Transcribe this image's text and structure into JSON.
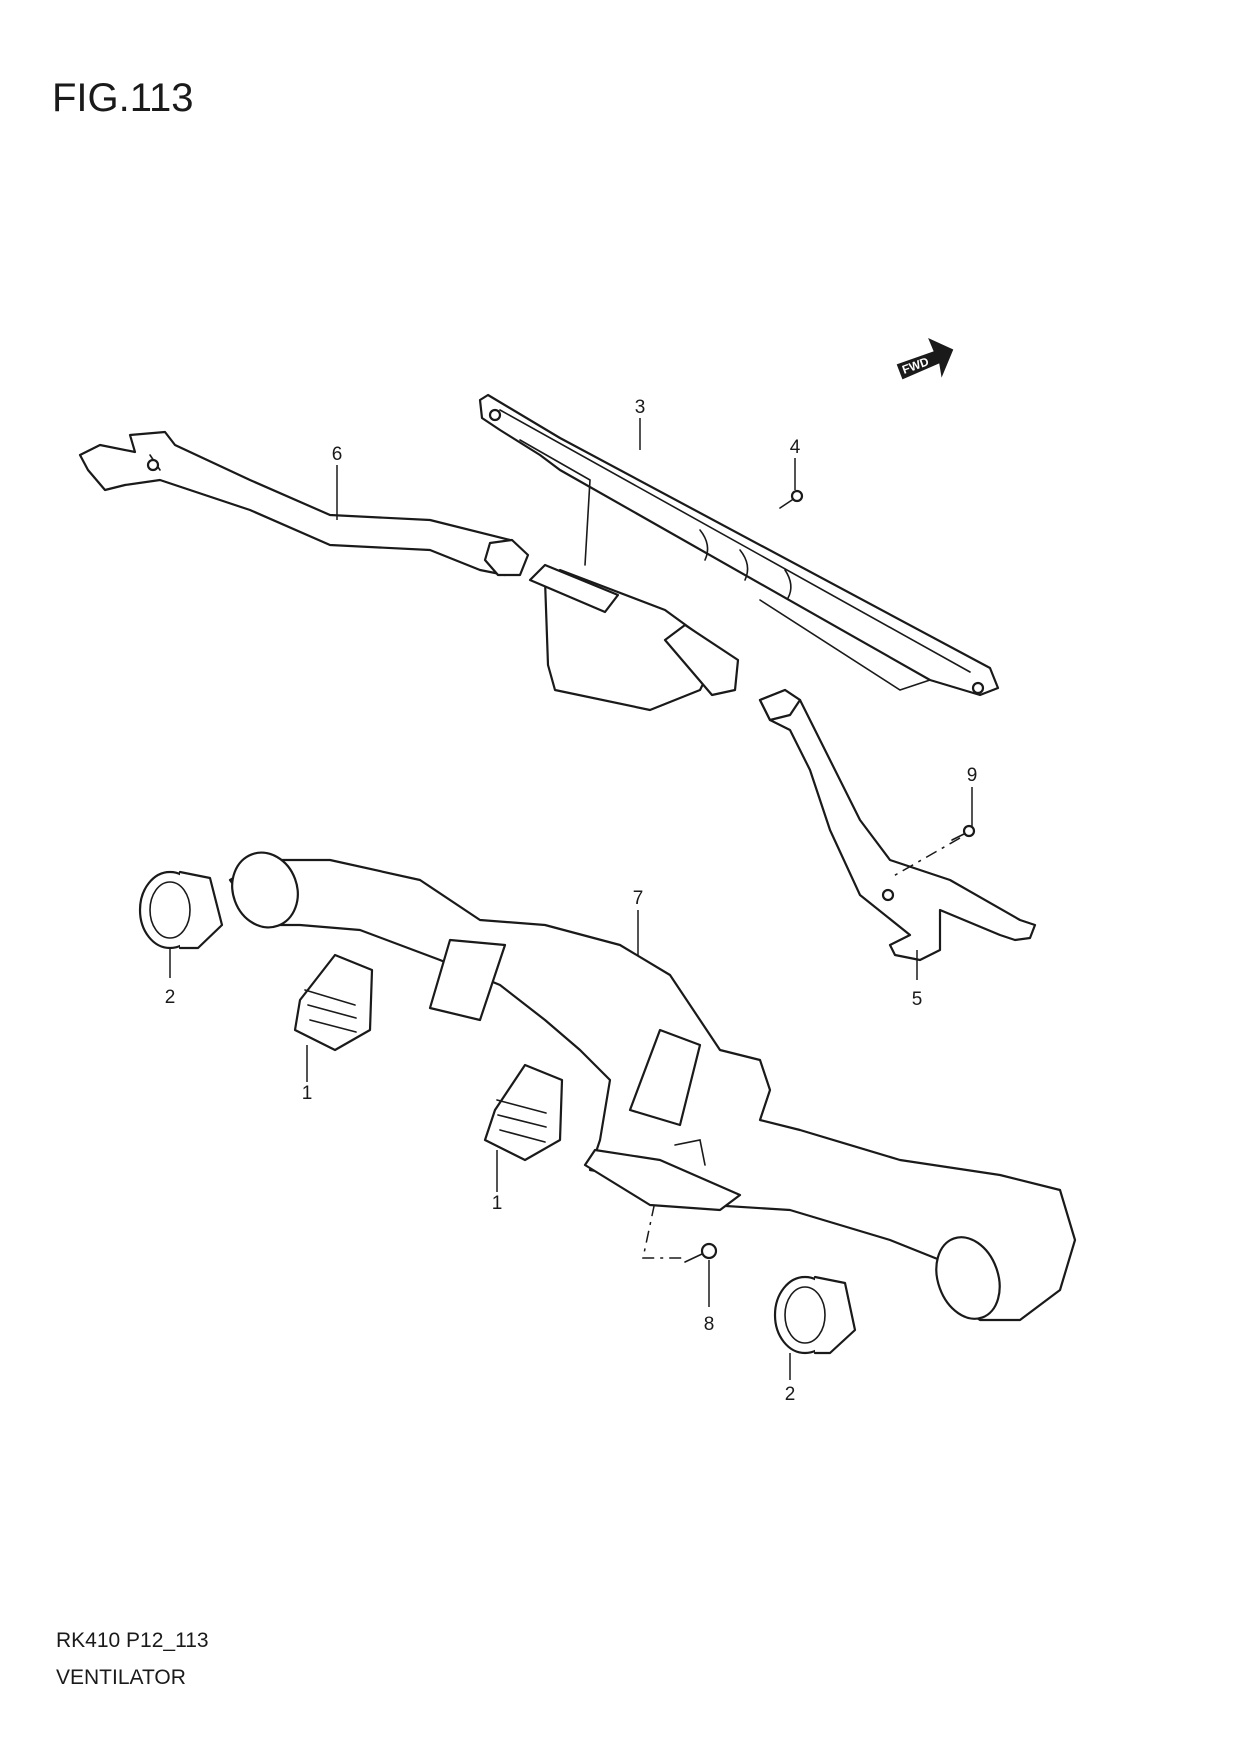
{
  "figure": {
    "title": "FIG.113",
    "code": "RK410 P12_113",
    "name": "VENTILATOR",
    "direction_label": "FWD"
  },
  "callouts": [
    {
      "id": "c3",
      "label": "3"
    },
    {
      "id": "c4",
      "label": "4"
    },
    {
      "id": "c6",
      "label": "6"
    },
    {
      "id": "c9",
      "label": "9"
    },
    {
      "id": "c5",
      "label": "5"
    },
    {
      "id": "c7",
      "label": "7"
    },
    {
      "id": "c2a",
      "label": "2"
    },
    {
      "id": "c1a",
      "label": "1"
    },
    {
      "id": "c1b",
      "label": "1"
    },
    {
      "id": "c8",
      "label": "8"
    },
    {
      "id": "c2b",
      "label": "2"
    }
  ]
}
